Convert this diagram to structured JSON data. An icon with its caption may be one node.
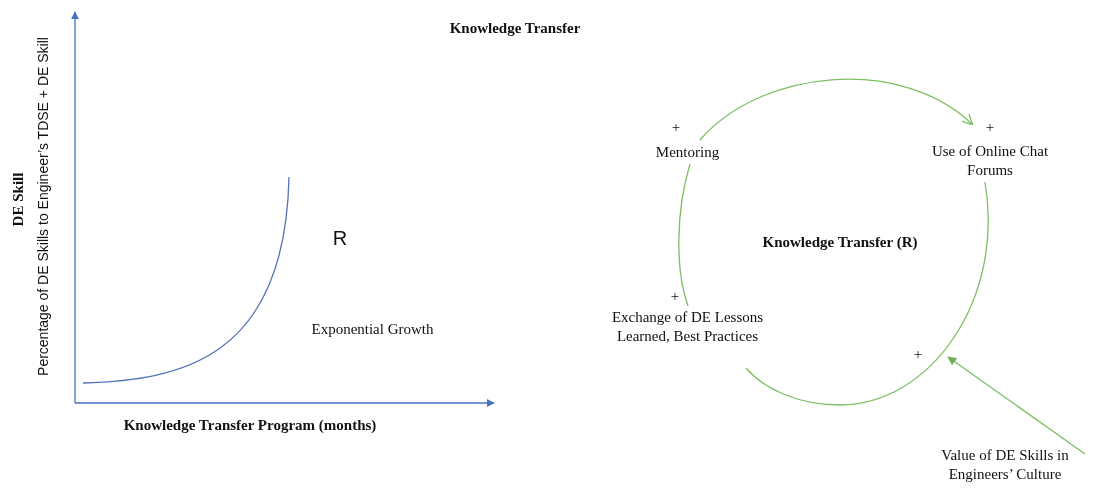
{
  "diagram": {
    "title": "Knowledge Transfer",
    "nodes": [
      {
        "text": [
          "Mentoring"
        ]
      },
      {
        "text": [
          "Use of Online Chat Forums"
        ]
      },
      {
        "text": [
          "Exchange of DE Lessons Learned, Best Practices"
        ]
      },
      {
        "text": [
          "Value of DE Skills in Engineers’ Culture"
        ]
      }
    ],
    "edges": [
      {
        "from": 2,
        "to": 0,
        "arrow": "none"
      },
      {
        "from": 0,
        "to": 1,
        "arrow": "to"
      },
      {
        "from": 1,
        "to": 2,
        "arrow": "none"
      },
      {
        "from": 3,
        "to": null,
        "arrow": "to"
      }
    ],
    "labels": [
      "DE Skill",
      "Percentage of DE Skills to Engineer’s TDSE + DE Skill",
      "R",
      "Exponential Growth",
      "Knowledge Transfer Program (months)",
      "+",
      "+",
      "Knowledge Transfer (R)",
      "+",
      "+"
    ]
  }
}
